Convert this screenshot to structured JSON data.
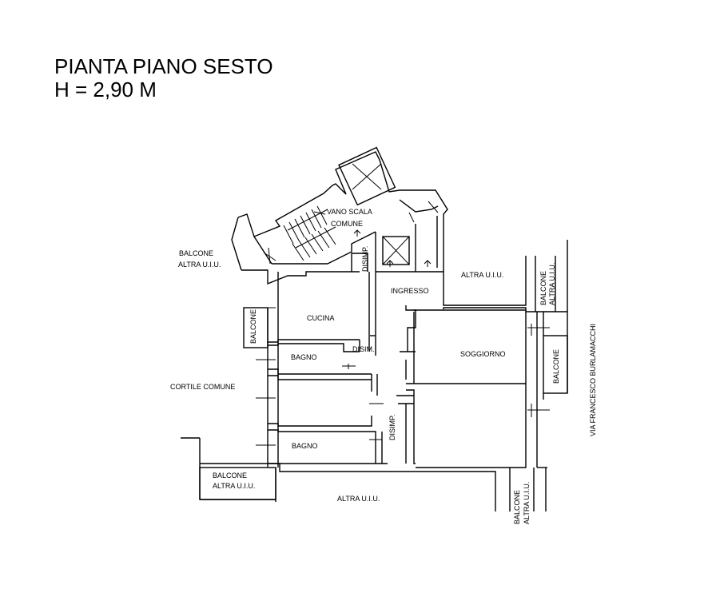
{
  "title": {
    "line1": "PIANTA PIANO SESTO",
    "line2": "H = 2,90 M"
  },
  "labels": {
    "vano_scala": "VANO SCALA",
    "comune": "COMUNE",
    "disimp_top": "DISIMP.",
    "altra_uiu_top": "ALTRA U.I.U.",
    "ingresso": "INGRESSO",
    "balcone_left_1": "BALCONE",
    "altra_uiu_left": "ALTRA U.I.U.",
    "cucina": "CUCINA",
    "balcone_side": "BALCONE",
    "disim": "DISIM.",
    "bagno_1": "BAGNO",
    "soggiorno": "SOGGIORNO",
    "balcone_right_top_1": "BALCONE",
    "balcone_right_top_2": "ALTRA U.I.U.",
    "balcone_right_mid": "BALCONE",
    "cortile_comune": "CORTILE COMUNE",
    "disimp_bottom": "DISIMP.",
    "bagno_2": "BAGNO",
    "via": "VIA FRANCESCO BURLAMACCHI",
    "balcone_bottom_left_1": "BALCONE",
    "balcone_bottom_left_2": "ALTRA U.I.U.",
    "altra_uiu_bottom": "ALTRA U.I.U.",
    "balcone_bottom_right_1": "BALCONE",
    "balcone_bottom_right_2": "ALTRA U.I.U."
  }
}
